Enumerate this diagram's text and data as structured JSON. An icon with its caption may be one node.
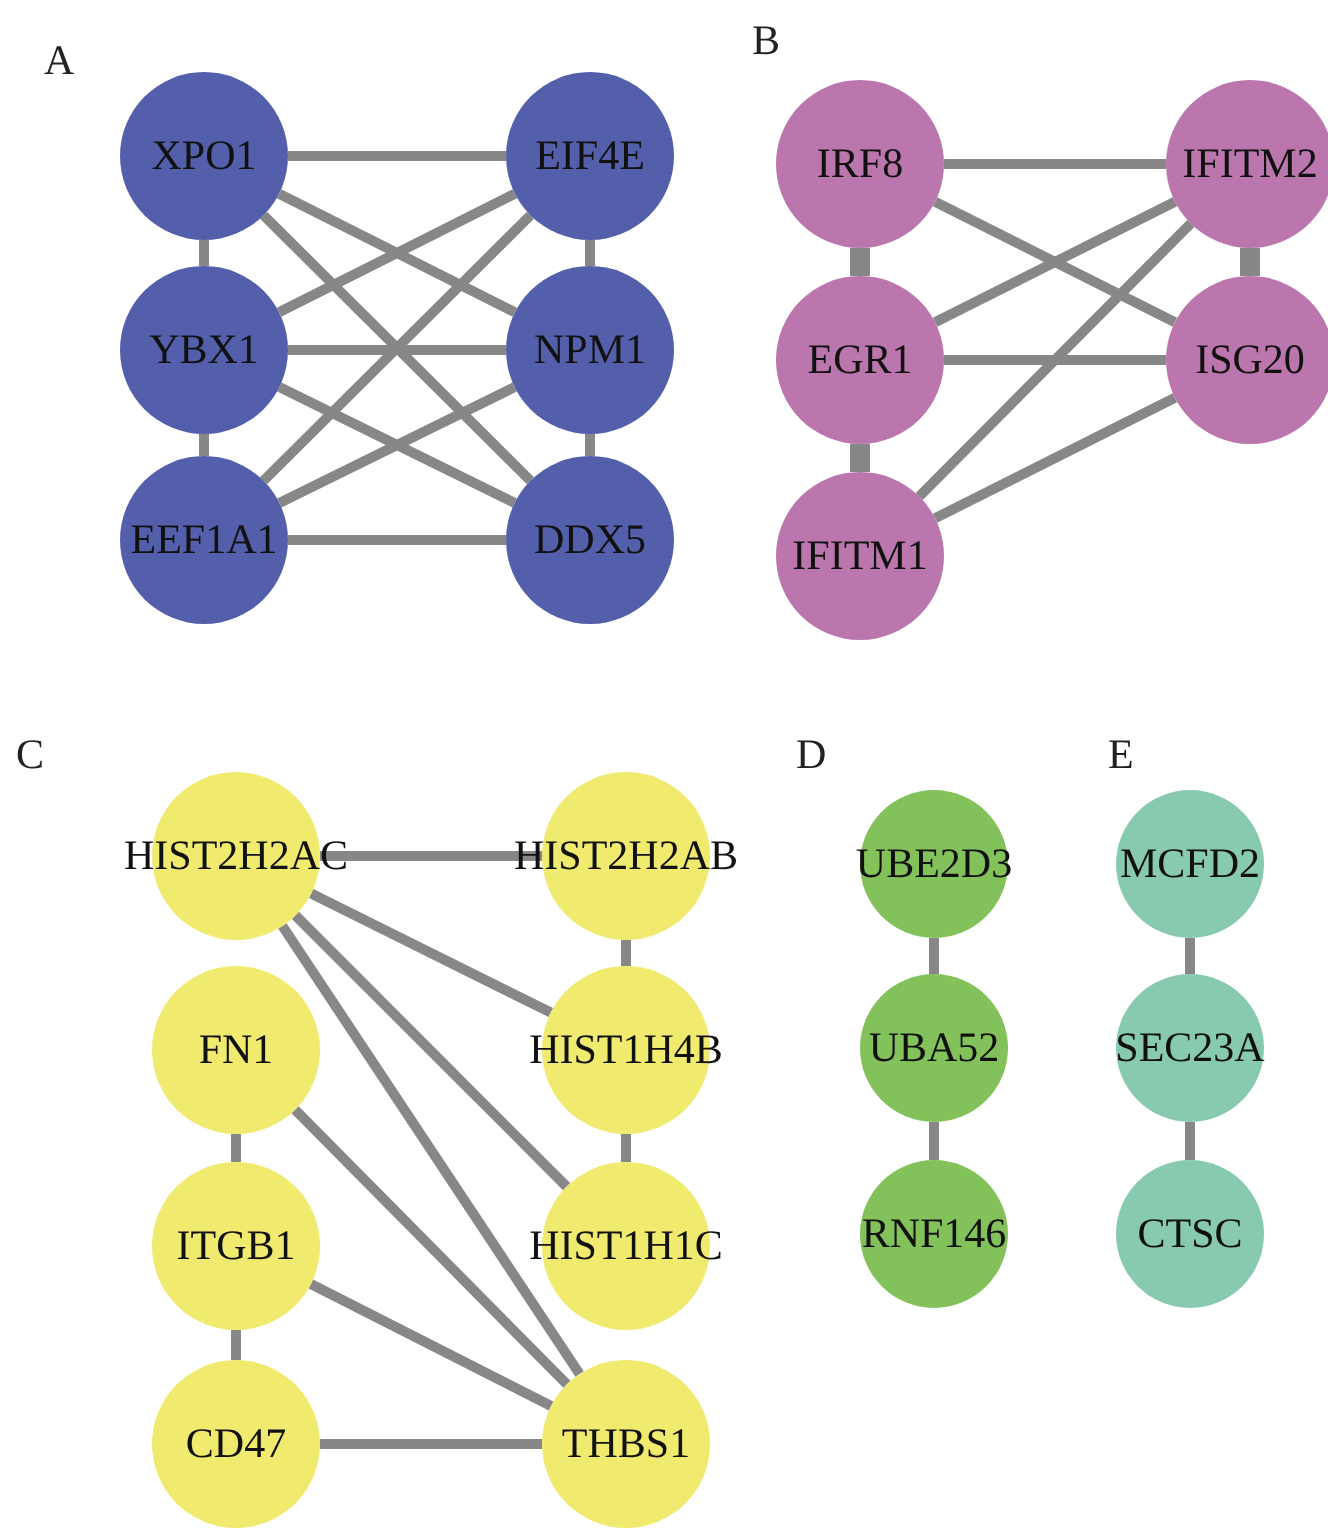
{
  "diagram": {
    "nodes": [
      {
        "text": [
          "XPO1"
        ]
      },
      {
        "text": [
          "EIF4E"
        ]
      },
      {
        "text": [
          "YBX1"
        ]
      },
      {
        "text": [
          "NPM1"
        ]
      },
      {
        "text": [
          "EEF1A1"
        ]
      },
      {
        "text": [
          "DDX5"
        ]
      },
      {
        "text": [
          "IRF8"
        ]
      },
      {
        "text": [
          "IFITM2"
        ]
      },
      {
        "text": [
          "EGR1"
        ]
      },
      {
        "text": [
          "ISG20"
        ]
      },
      {
        "text": [
          "IFITM1"
        ]
      },
      {
        "text": [
          "HIST2H2AC"
        ]
      },
      {
        "text": [
          "HIST2H2AB"
        ]
      },
      {
        "text": [
          "FN1"
        ]
      },
      {
        "text": [
          "HIST1H4B"
        ]
      },
      {
        "text": [
          "ITGB1"
        ]
      },
      {
        "text": [
          "HIST1H1C"
        ]
      },
      {
        "text": [
          "CD47"
        ]
      },
      {
        "text": [
          "THBS1"
        ]
      },
      {
        "text": [
          "UBE2D3"
        ]
      },
      {
        "text": [
          "UBA52"
        ]
      },
      {
        "text": [
          "RNF146"
        ]
      },
      {
        "text": [
          "MCFD2"
        ]
      },
      {
        "text": [
          "SEC23A"
        ]
      },
      {
        "text": [
          "CTSC"
        ]
      }
    ],
    "edges": [
      {
        "from": 0,
        "to": 1,
        "arrow": "none"
      },
      {
        "from": 0,
        "to": 2,
        "arrow": "none"
      },
      {
        "from": 0,
        "to": 3,
        "arrow": "none"
      },
      {
        "from": 0,
        "to": 5,
        "arrow": "none"
      },
      {
        "from": 2,
        "to": 1,
        "arrow": "none"
      },
      {
        "from": 2,
        "to": 3,
        "arrow": "none"
      },
      {
        "from": 2,
        "to": 5,
        "arrow": "none"
      },
      {
        "from": 2,
        "to": 4,
        "arrow": "none"
      },
      {
        "from": 4,
        "to": 1,
        "arrow": "none"
      },
      {
        "from": 4,
        "to": 3,
        "arrow": "none"
      },
      {
        "from": 4,
        "to": 5,
        "arrow": "none"
      },
      {
        "from": 1,
        "to": 3,
        "arrow": "none"
      },
      {
        "from": 3,
        "to": 5,
        "arrow": "none"
      },
      {
        "from": 6,
        "to": 7,
        "arrow": "none"
      },
      {
        "from": 6,
        "to": 8,
        "arrow": "none",
        "style": "thick"
      },
      {
        "from": 6,
        "to": 9,
        "arrow": "none"
      },
      {
        "from": 8,
        "to": 7,
        "arrow": "none"
      },
      {
        "from": 8,
        "to": 9,
        "arrow": "none"
      },
      {
        "from": 8,
        "to": 10,
        "arrow": "none",
        "style": "thick"
      },
      {
        "from": 10,
        "to": 7,
        "arrow": "none"
      },
      {
        "from": 10,
        "to": 9,
        "arrow": "none"
      },
      {
        "from": 7,
        "to": 9,
        "arrow": "none",
        "style": "thick"
      },
      {
        "from": 11,
        "to": 12,
        "arrow": "none"
      },
      {
        "from": 11,
        "to": 14,
        "arrow": "none"
      },
      {
        "from": 11,
        "to": 16,
        "arrow": "none"
      },
      {
        "from": 11,
        "to": 18,
        "arrow": "none"
      },
      {
        "from": 12,
        "to": 14,
        "arrow": "none"
      },
      {
        "from": 14,
        "to": 16,
        "arrow": "none"
      },
      {
        "from": 13,
        "to": 15,
        "arrow": "none"
      },
      {
        "from": 13,
        "to": 18,
        "arrow": "none"
      },
      {
        "from": 15,
        "to": 17,
        "arrow": "none"
      },
      {
        "from": 15,
        "to": 18,
        "arrow": "none"
      },
      {
        "from": 17,
        "to": 18,
        "arrow": "none"
      },
      {
        "from": 19,
        "to": 20,
        "arrow": "none"
      },
      {
        "from": 20,
        "to": 21,
        "arrow": "none"
      },
      {
        "from": 22,
        "to": 23,
        "arrow": "none"
      },
      {
        "from": 23,
        "to": 24,
        "arrow": "none"
      }
    ],
    "labels": [
      "A",
      "B",
      "C",
      "D",
      "E"
    ]
  }
}
